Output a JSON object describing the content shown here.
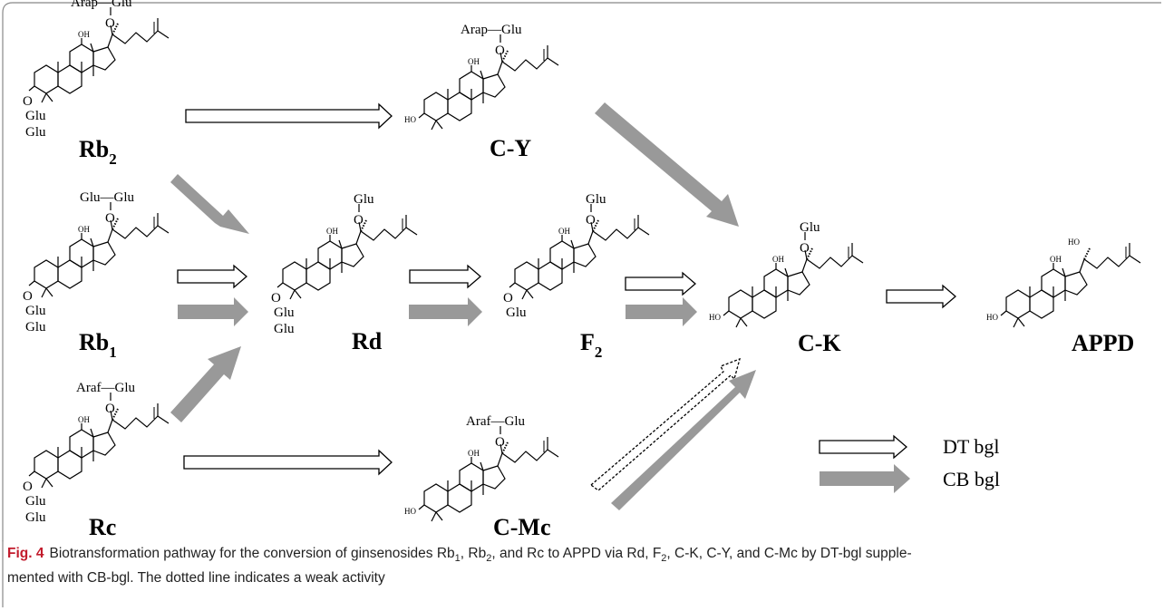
{
  "compounds": {
    "rb2": {
      "label": "Rb",
      "sub": "2",
      "top_group": "Arap—Glu",
      "low_group": "Glu",
      "low_group2": "Glu",
      "oh": "OH"
    },
    "cy": {
      "label": "C-Y",
      "top_group": "Arap—Glu",
      "ho": "HO",
      "oh": "OH"
    },
    "rb1": {
      "label": "Rb",
      "sub": "1",
      "top_group": "Glu—Glu",
      "low_group": "Glu",
      "low_group2": "Glu",
      "oh": "OH"
    },
    "rd": {
      "label": "Rd",
      "top_group": "Glu",
      "low_group": "Glu",
      "low_group2": "Glu",
      "oh": "OH"
    },
    "f2": {
      "label": "F",
      "sub": "2",
      "top_group": "Glu",
      "low_group": "Glu",
      "oh": "OH"
    },
    "ck": {
      "label": "C-K",
      "top_group": "Glu",
      "ho": "HO",
      "oh": "OH"
    },
    "appd": {
      "label": "APPD",
      "top_group": "HO",
      "ho": "HO",
      "oh": "OH"
    },
    "rc": {
      "label": "Rc",
      "top_group": "Araf—Glu",
      "low_group": "Glu",
      "low_group2": "Glu",
      "oh": "OH"
    },
    "cmc": {
      "label": "C-Mc",
      "top_group": "Araf—Glu",
      "ho": "HO",
      "oh": "OH"
    }
  },
  "atom_o": "O",
  "legend": {
    "open_arrow": "DT bgl",
    "filled_arrow": "CB bgl"
  },
  "caption": {
    "fig": "Fig. 4",
    "p1": "Biotransformation pathway for the conversion of ginsenosides Rb",
    "s1": "1",
    "p2": ", Rb",
    "s2": "2",
    "p3": ", and Rc to APPD via Rd, F",
    "s3": "2",
    "p4": ", C-K, C-Y, and C-Mc by DT-bgl supple-",
    "line2": "mented with CB-bgl. The dotted line indicates a weak activity"
  },
  "colors": {
    "filled_arrow": "#999999",
    "caption_fig": "#c21b2c",
    "frame": "#888888"
  }
}
